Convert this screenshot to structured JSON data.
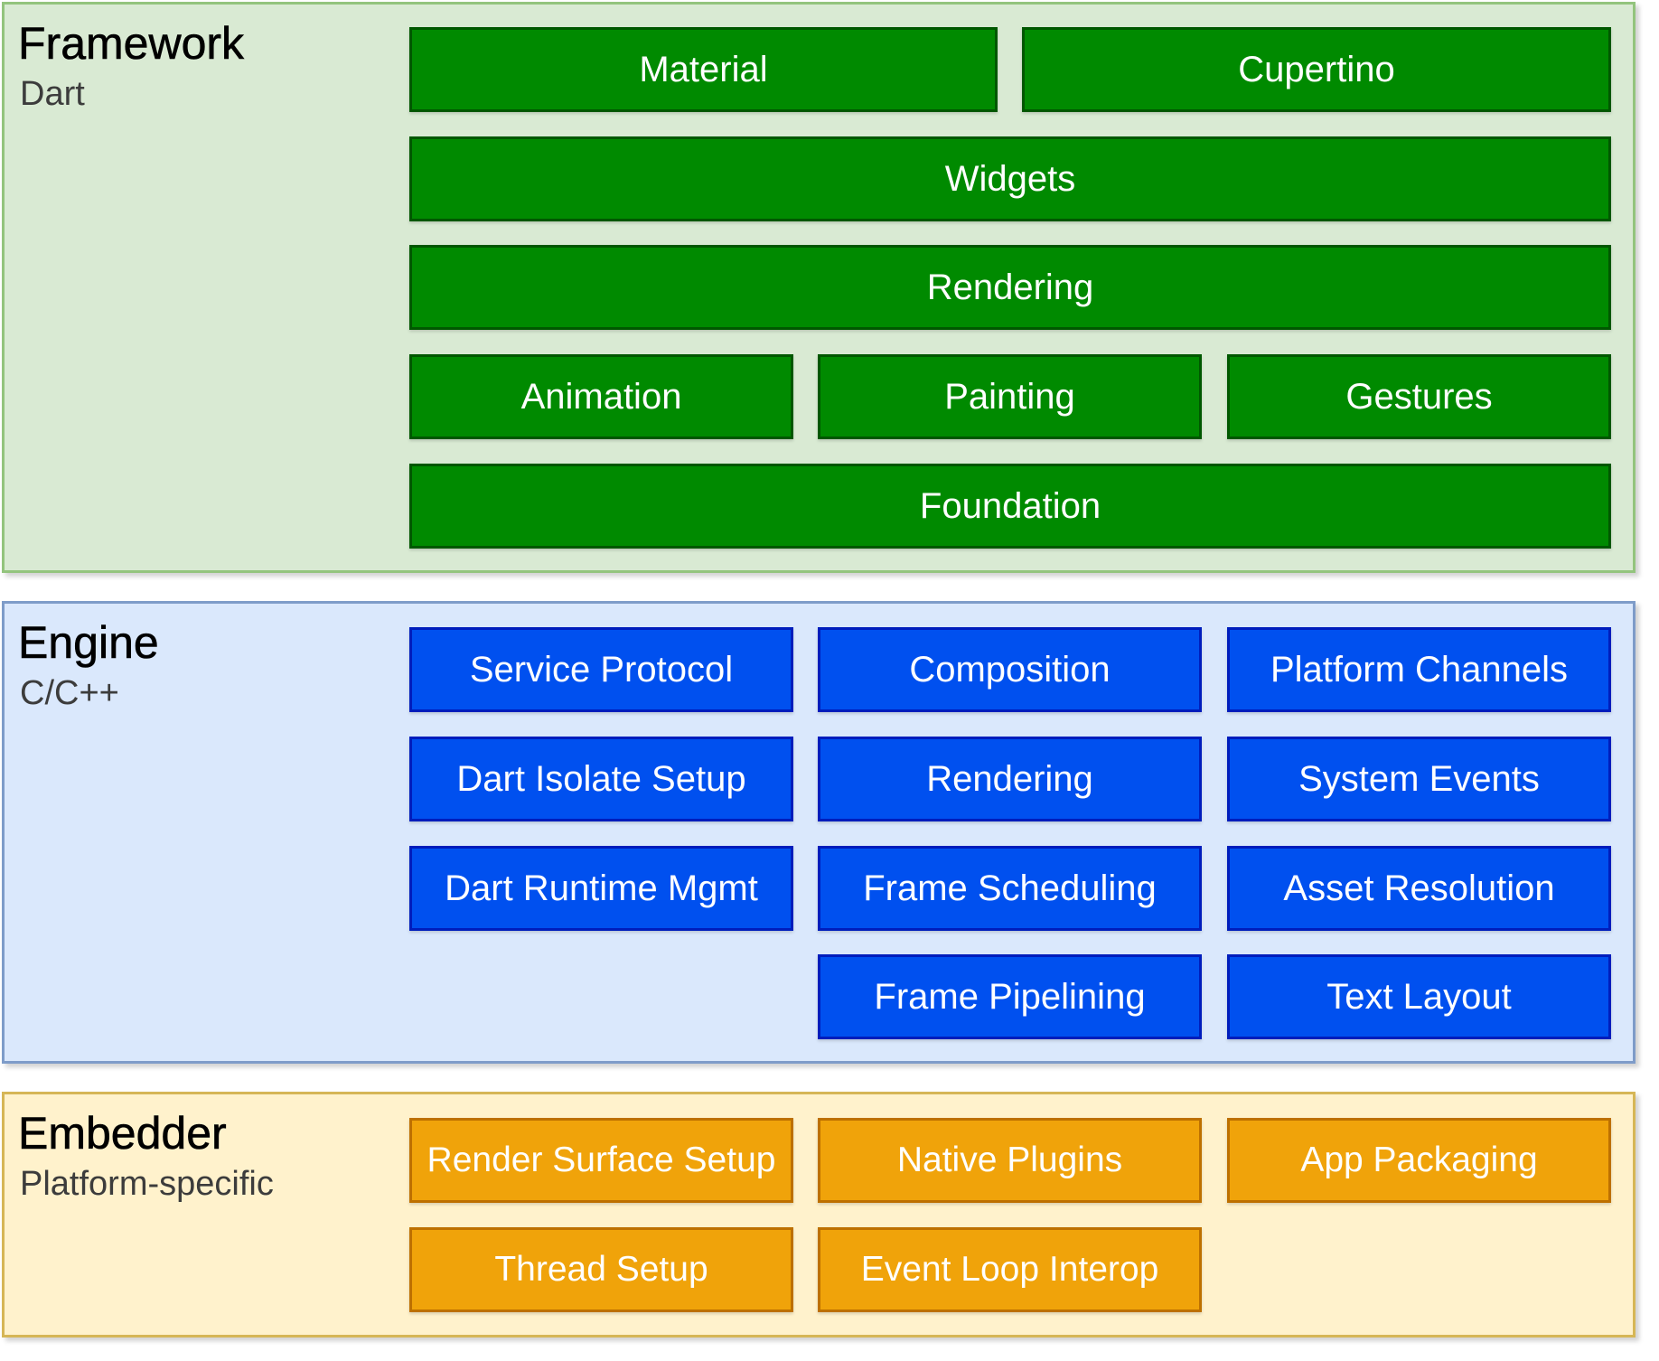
{
  "framework": {
    "title": "Framework",
    "subtitle": "Dart",
    "components": {
      "material": "Material",
      "cupertino": "Cupertino",
      "widgets": "Widgets",
      "rendering": "Rendering",
      "animation": "Animation",
      "painting": "Painting",
      "gestures": "Gestures",
      "foundation": "Foundation"
    }
  },
  "engine": {
    "title": "Engine",
    "subtitle": "C/C++",
    "components": {
      "service_protocol": "Service Protocol",
      "composition": "Composition",
      "platform_channels": "Platform Channels",
      "dart_isolate_setup": "Dart Isolate Setup",
      "rendering": "Rendering",
      "system_events": "System Events",
      "dart_runtime_mgmt": "Dart Runtime Mgmt",
      "frame_scheduling": "Frame Scheduling",
      "asset_resolution": "Asset Resolution",
      "frame_pipelining": "Frame Pipelining",
      "text_layout": "Text Layout"
    }
  },
  "embedder": {
    "title": "Embedder",
    "subtitle": "Platform-specific",
    "components": {
      "render_surface_setup": "Render Surface Setup",
      "native_plugins": "Native Plugins",
      "app_packaging": "App Packaging",
      "thread_setup": "Thread Setup",
      "event_loop_interop": "Event Loop Interop"
    }
  },
  "colors": {
    "framework_bg": "#d9ead3",
    "framework_box": "#008a00",
    "engine_bg": "#dae8fc",
    "engine_box": "#0050ef",
    "embedder_bg": "#fff2cc",
    "embedder_box": "#f0a30a"
  }
}
